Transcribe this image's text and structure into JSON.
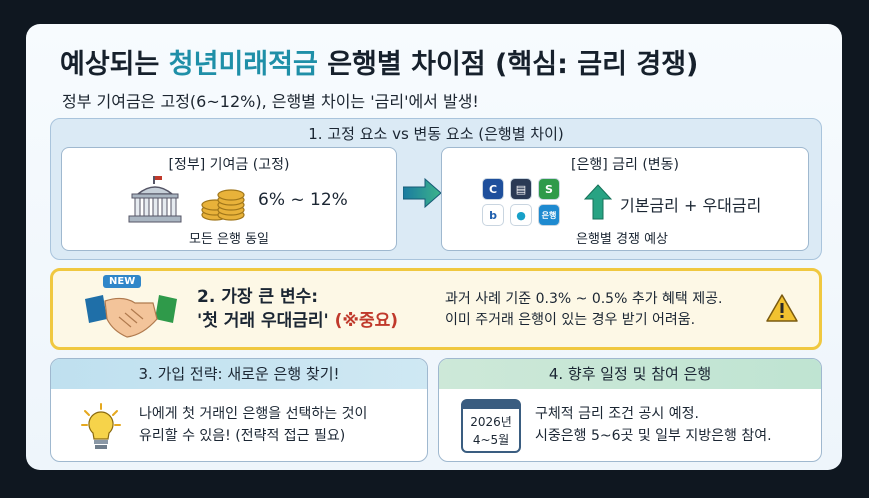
{
  "title": {
    "prefix": "예상되는 ",
    "accent": "청년미래적금",
    "suffix": " 은행별 차이점 (핵심: 금리 경쟁)"
  },
  "subtitle": "정부 기여금은 고정(6~12%), 은행별 차이는 '금리'에서 발생!",
  "section1": {
    "heading": "1. 고정 요소 vs 변동 요소 (은행별 차이)",
    "left": {
      "title": "[정부] 기여금 (고정)",
      "range": "6% ~ 12%",
      "footer": "모든 은행 동일"
    },
    "right": {
      "title": "[은행] 금리 (변동)",
      "rate": "기본금리 + 우대금리",
      "footer": "은행별 경쟁 예상",
      "bank_label": "은행"
    }
  },
  "section2": {
    "badge": "NEW",
    "title_line1": "2. 가장 큰 변수:",
    "title_line2": "'첫 거래 우대금리'",
    "title_note": "(※중요)",
    "text_line1": "과거 사례 기준 0.3% ~ 0.5% 추가 혜택 제공.",
    "text_line2": "이미 주거래 은행이 있는 경우 받기 어려움."
  },
  "section3": {
    "heading": "3. 가입 전략: 새로운 은행 찾기!",
    "line1": "나에게 첫 거래인 은행을 선택하는 것이",
    "line2": "유리할 수 있음! (전략적 접근 필요)"
  },
  "section4": {
    "heading": "4. 향후 일정 및 참여 은행",
    "cal_year": "2026년",
    "cal_month": "4~5월",
    "line1": "구체적 금리 조건 공시 예정.",
    "line2": "시중은행 5~6곳 및 일부 지방은행 참여."
  },
  "colors": {
    "accent": "#1f8fa8",
    "warning": "#f0c840",
    "arrow": "#1f8fa8"
  }
}
